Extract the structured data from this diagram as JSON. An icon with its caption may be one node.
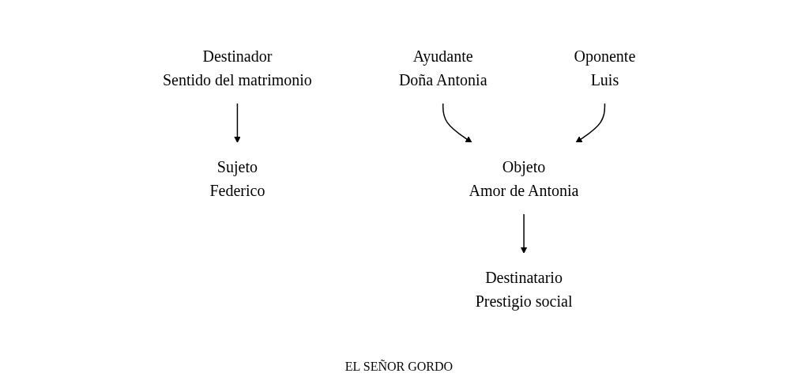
{
  "diagram": {
    "nodes": [
      {
        "text": [
          "Destinador",
          "Sentido del matrimonio"
        ]
      },
      {
        "text": [
          "Destinatario",
          "Prestigio social"
        ]
      },
      {
        "text": [
          "Sujeto",
          "Federico"
        ]
      },
      {
        "text": [
          "Ayudante",
          "Doña Antonia"
        ]
      },
      {
        "text": [
          "Objeto",
          "Amor de Antonia"
        ]
      },
      {
        "text": [
          "Oponente",
          "Luis"
        ]
      }
    ],
    "edges": [
      {
        "from": 0,
        "to": 2,
        "arrow": "to"
      },
      {
        "from": 4,
        "to": 1,
        "arrow": "to"
      },
      {
        "from": 3,
        "to": 4,
        "arrow": "to"
      },
      {
        "from": 5,
        "to": 4,
        "arrow": "to"
      }
    ],
    "labels": [
      "EL SEÑOR GORDO"
    ]
  }
}
